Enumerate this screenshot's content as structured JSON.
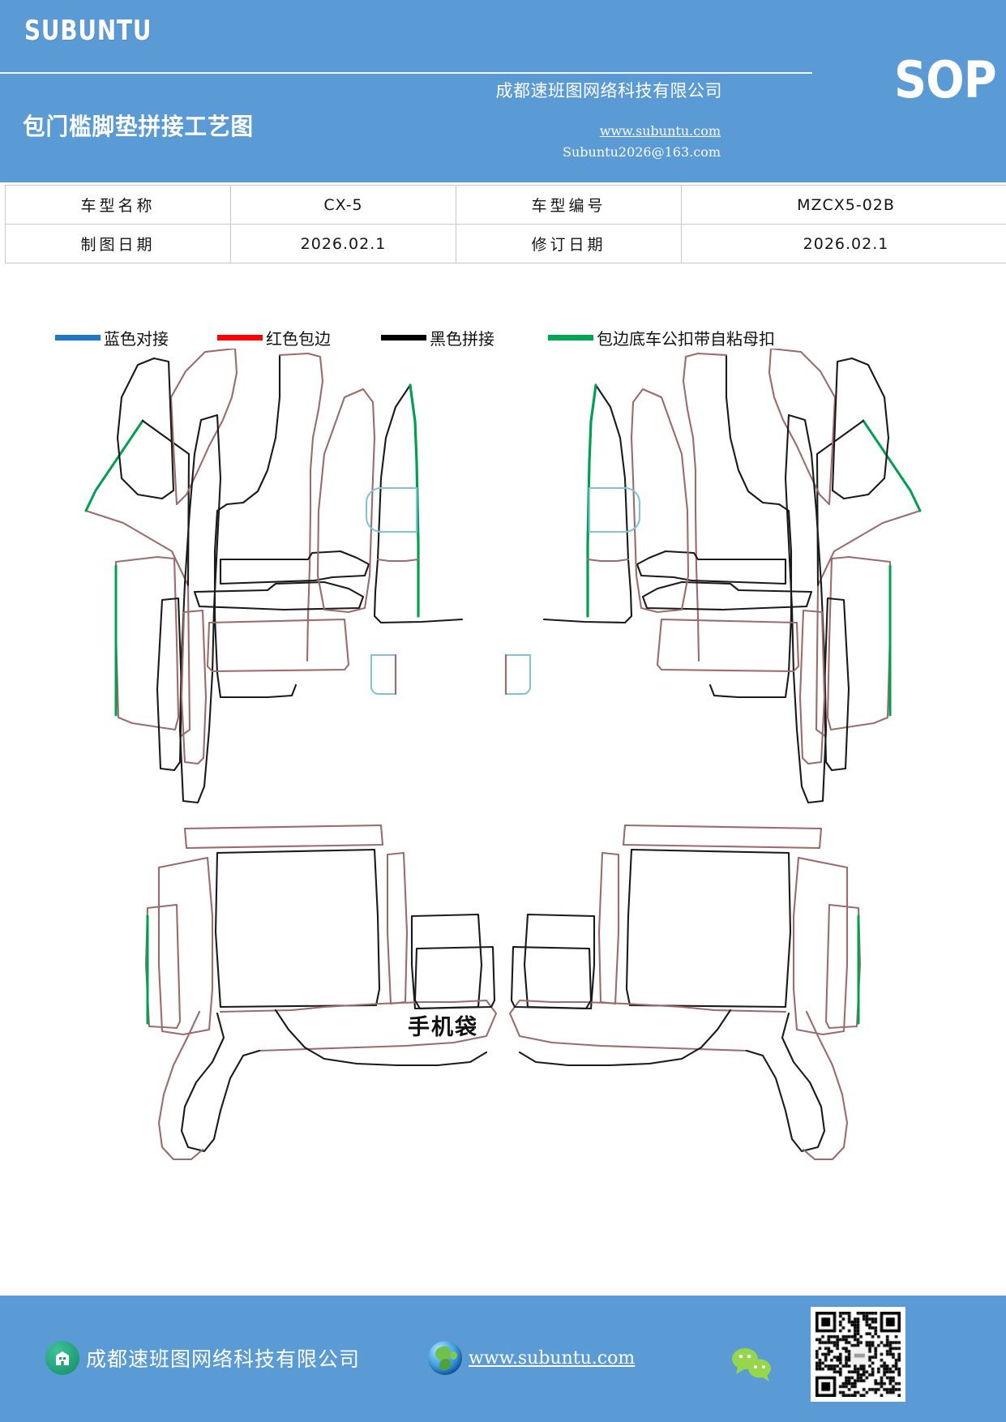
{
  "header": {
    "brand": "SUBUNTU",
    "doc_title": "包门槛脚垫拼接工艺图",
    "company": "成都速班图网络科技有限公司",
    "website": "www.subuntu.com",
    "email": "Subuntu2026@163.com",
    "badge": "SOP",
    "bg_color": "#5b9bd5"
  },
  "info_table": {
    "rows": [
      {
        "label1": "车型名称",
        "value1": "CX-5",
        "label2": "车型编号",
        "value2": "MZCX5-02B"
      },
      {
        "label1": "制图日期",
        "value1": "2026.02.1",
        "label2": "修订日期",
        "value2": "2026.02.1"
      }
    ]
  },
  "legend": {
    "items": [
      {
        "color": "#1f77c4",
        "label": "蓝色对接"
      },
      {
        "color": "#fe0000",
        "label": "红色包边"
      },
      {
        "color": "#000000",
        "label": "黑色拼接"
      },
      {
        "color": "#00a650",
        "label": "包边底车公扣带自粘母扣"
      }
    ]
  },
  "drawing": {
    "phone_pocket_label": "手机袋",
    "line_colors": {
      "black_splice": "#1a1a1a",
      "red_binding": "#9c6b6b",
      "green_hook": "#00a050",
      "blue_butt": "#7fc4d8"
    }
  },
  "footer": {
    "company": "成都速班图网络科技有限公司",
    "website": "www.subuntu.com",
    "building_icon": "building-icon",
    "globe_icon": "globe-icon",
    "wechat_icon": "wechat-icon",
    "qr_icon": "qr-code"
  }
}
